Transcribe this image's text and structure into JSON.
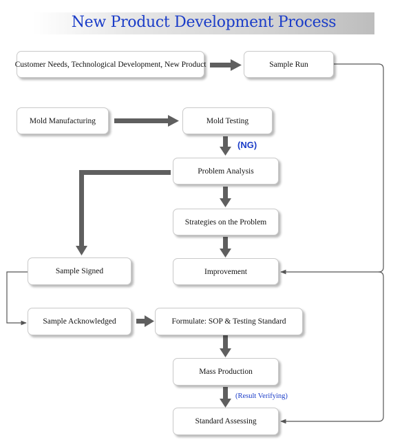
{
  "title": "New Product Development Process",
  "nodes": {
    "customer_needs": "Customer Needs, Technological Development, New Product",
    "sample_run": "Sample Run",
    "mold_manufacturing": "Mold Manufacturing",
    "mold_testing": "Mold Testing",
    "problem_analysis": "Problem Analysis",
    "strategies": "Strategies on the Problem",
    "improvement": "Improvement",
    "sample_signed": "Sample Signed",
    "sample_acknowledged": "Sample Acknowledged",
    "formulate": "Formulate: SOP & Testing Standard",
    "mass_production": "Mass Production",
    "standard_assessing": "Standard Assessing"
  },
  "annotations": {
    "ng": "(NG)",
    "result_verifying": "(Result Verifying)"
  },
  "colors": {
    "title": "#1a3cc8",
    "arrow": "#5f5f5f",
    "connector": "#555555",
    "annotation": "#1a3cc8"
  }
}
